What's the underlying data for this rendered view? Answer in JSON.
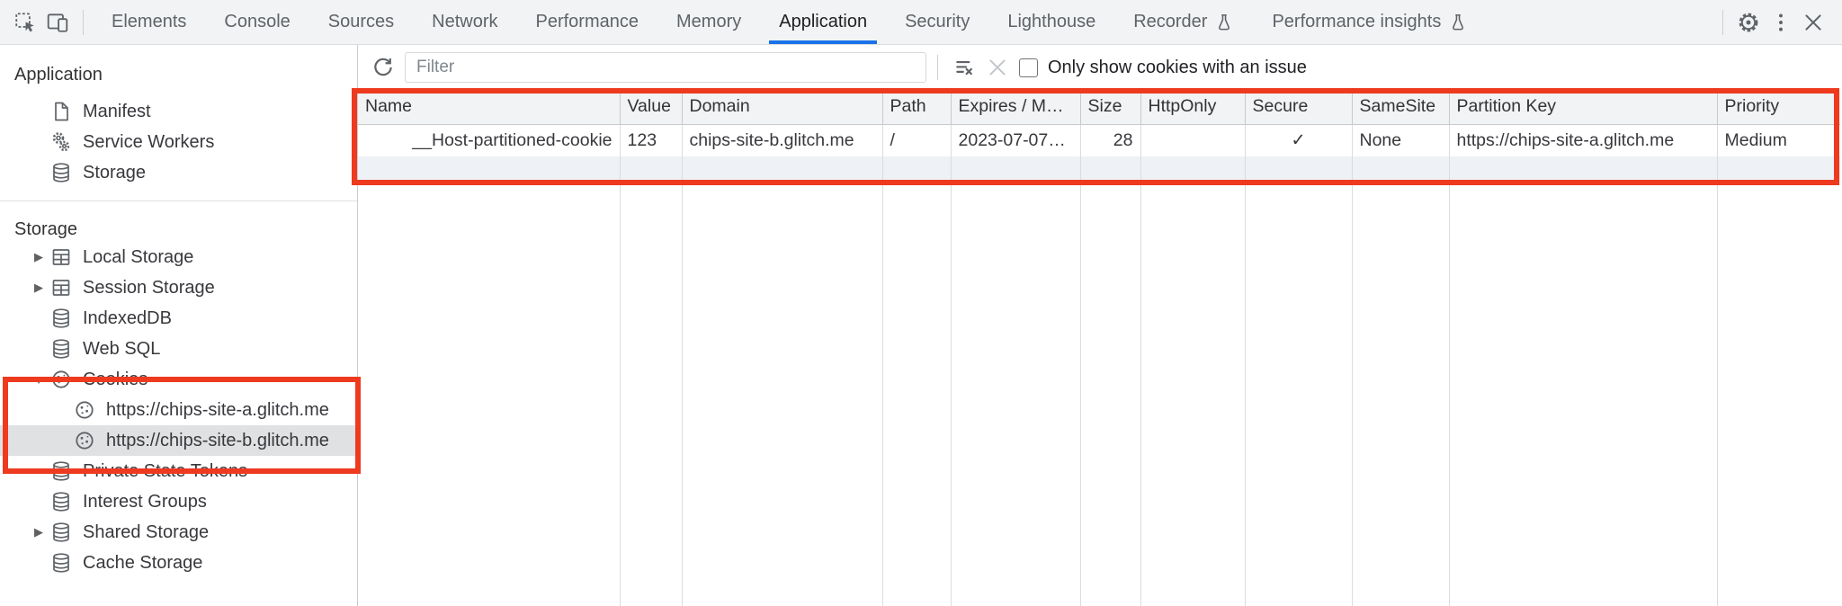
{
  "tabbar": {
    "tabs": [
      {
        "label": "Elements"
      },
      {
        "label": "Console"
      },
      {
        "label": "Sources"
      },
      {
        "label": "Network"
      },
      {
        "label": "Performance"
      },
      {
        "label": "Memory"
      },
      {
        "label": "Application",
        "active": true
      },
      {
        "label": "Security"
      },
      {
        "label": "Lighthouse"
      },
      {
        "label": "Recorder",
        "experimental": true
      },
      {
        "label": "Performance insights",
        "experimental": true
      }
    ],
    "accent_color": "#1a73e8"
  },
  "sidebar": {
    "application_section": {
      "title": "Application",
      "items": [
        {
          "label": "Manifest",
          "icon": "document-icon"
        },
        {
          "label": "Service Workers",
          "icon": "gears-icon"
        },
        {
          "label": "Storage",
          "icon": "database-icon"
        }
      ]
    },
    "storage_section": {
      "title": "Storage",
      "items": [
        {
          "label": "Local Storage",
          "icon": "grid-icon",
          "expander": "collapsed"
        },
        {
          "label": "Session Storage",
          "icon": "grid-icon",
          "expander": "collapsed"
        },
        {
          "label": "IndexedDB",
          "icon": "database-icon"
        },
        {
          "label": "Web SQL",
          "icon": "database-icon"
        },
        {
          "label": "Cookies",
          "icon": "cookie-icon",
          "expander": "expanded",
          "children": [
            {
              "label": "https://chips-site-a.glitch.me",
              "icon": "cookie-icon"
            },
            {
              "label": "https://chips-site-b.glitch.me",
              "icon": "cookie-icon",
              "selected": true
            }
          ]
        },
        {
          "label": "Private State Tokens",
          "icon": "database-icon"
        },
        {
          "label": "Interest Groups",
          "icon": "database-icon"
        },
        {
          "label": "Shared Storage",
          "icon": "database-icon",
          "expander": "collapsed"
        },
        {
          "label": "Cache Storage",
          "icon": "database-icon"
        }
      ]
    }
  },
  "main": {
    "toolbar": {
      "filter_placeholder": "Filter",
      "only_issue_label": "Only show cookies with an issue",
      "checkbox_checked": false
    },
    "table": {
      "columns": [
        {
          "label": "Name"
        },
        {
          "label": "Value"
        },
        {
          "label": "Domain"
        },
        {
          "label": "Path"
        },
        {
          "label": "Expires / M…"
        },
        {
          "label": "Size"
        },
        {
          "label": "HttpOnly"
        },
        {
          "label": "Secure"
        },
        {
          "label": "SameSite"
        },
        {
          "label": "Partition Key"
        },
        {
          "label": "Priority"
        }
      ],
      "rows": [
        {
          "name": "__Host-partitioned-cookie",
          "value": "123",
          "domain": "chips-site-b.glitch.me",
          "path": "/",
          "expires": "2023-07-07…",
          "size": "28",
          "http_only": "",
          "secure": "✓",
          "same_site": "None",
          "partition_key": "https://chips-site-a.glitch.me",
          "priority": "Medium"
        }
      ]
    }
  },
  "annotations": {
    "highlight_color": "#ee3a1f"
  }
}
